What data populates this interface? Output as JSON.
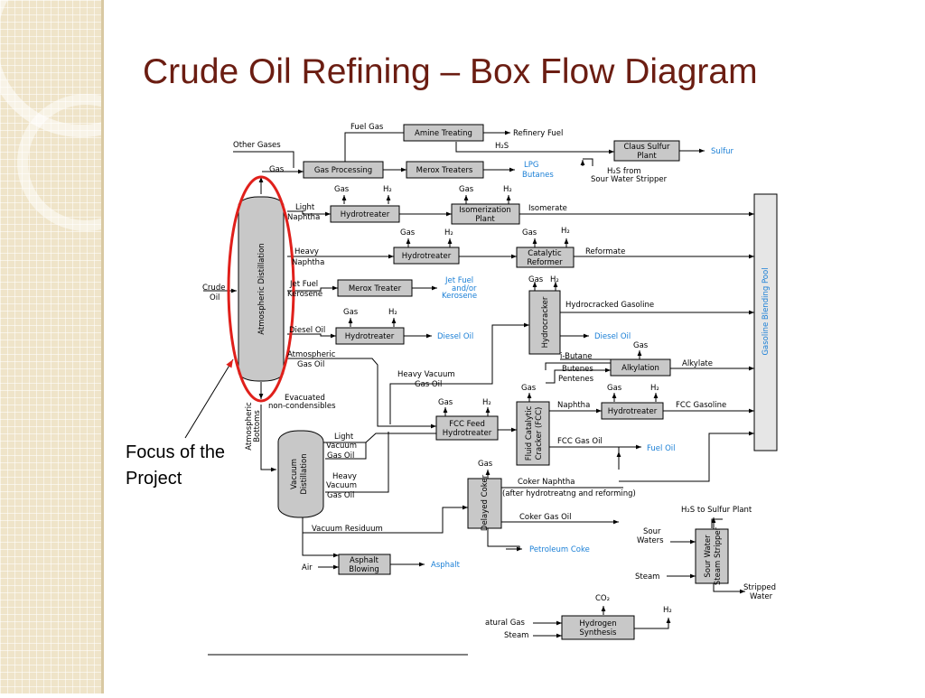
{
  "slide": {
    "title": "Crude Oil Refining – Box Flow Diagram",
    "focus_note": [
      "Focus of the",
      "Project"
    ]
  },
  "colors": {
    "title": "#6b1d12",
    "product_text": "#1a7fd6",
    "highlight": "#e0201b",
    "unit_fill": "#c8c8c8"
  },
  "units": {
    "amine_treating": "Amine Treating",
    "claus": [
      "Claus Sulfur",
      "Plant"
    ],
    "gas_processing": "Gas Processing",
    "merox_treaters": "Merox Treaters",
    "hydrotreater": "Hydrotreater",
    "isomerization": [
      "Isomerization",
      "Plant"
    ],
    "catalytic_reformer": [
      "Catalytic",
      "Reformer"
    ],
    "merox_treater": "Merox Treater",
    "alkylation": "Alkylation",
    "fcc_feed_hydrotreater": [
      "FCC Feed",
      "Hydrotreater"
    ],
    "asphalt_blowing": [
      "Asphalt",
      "Blowing"
    ],
    "hydrogen_synthesis": [
      "Hydrogen",
      "Synthesis"
    ],
    "atmospheric_distillation": "Atmospheric  Distillation",
    "vacuum_distillation": [
      "Vacuum",
      "Distillation"
    ],
    "hydrocracker": "Hydrocracker",
    "fcc": [
      "Fluid Catalytic",
      "Cracker (FCC)"
    ],
    "delayed_coker": "Delayed Coker",
    "sour_water_stripper": [
      "Sour Water",
      "Steam Stripper"
    ],
    "gasoline_blending_pool": "Gasoline Blending Pool"
  },
  "streams": {
    "fuel_gas": "Fuel  Gas",
    "refinery_fuel": "Refinery Fuel",
    "h2s": "H₂S",
    "other_gases": "Other Gases",
    "gas": "Gas",
    "h2": "H₂",
    "h2s_from": [
      "H₂S from",
      "Sour Water Stripper"
    ],
    "light_naphtha": [
      "Light",
      "Naphtha"
    ],
    "isomerate": "Isomerate",
    "heavy_naphtha": [
      "Heavy",
      "Naphtha"
    ],
    "reformate": "Reformate",
    "crude_oil": [
      "Crude",
      "Oil"
    ],
    "jet_fuel_kerosene": [
      "Jet Fuel",
      "Kerosene"
    ],
    "diesel_oil": "Diesel Oil",
    "hydrocracked_gasoline": "Hydrocracked Gasoline",
    "atmospheric_gas_oil": [
      "Atmospheric",
      "Gas Oil"
    ],
    "i_butane": "i-Butane",
    "alkylate": "Alkylate",
    "heavy_vacuum_gas_oil": [
      "Heavy Vacuum",
      "Gas Oil"
    ],
    "butenes_pentenes": [
      "Butenes",
      "Pentenes"
    ],
    "evacuated": [
      "Evacuated",
      "non-condensibles"
    ],
    "naphtha": "Naphtha",
    "fcc_gasoline": "FCC Gasoline",
    "atmospheric_bottoms": [
      "Atmospheric",
      "Bottoms"
    ],
    "light_vacuum_gas_oil": [
      "Light",
      "Vacuum",
      "Gas Oil"
    ],
    "fcc_gas_oil": "FCC Gas Oil",
    "heavy_vacuum_gas_oil2": [
      "Heavy",
      "Vacuum",
      "Gas Oil"
    ],
    "coker_naphtha": "Coker Naphtha",
    "coker_note": "(after hydrotreatng and reforming)",
    "h2s_to_sulfur": "H₂S to Sulfur Plant",
    "coker_gas_oil": "Coker Gas Oil",
    "vacuum_residuum": "Vacuum Residuum",
    "sour_waters": [
      "Sour",
      "Waters"
    ],
    "air": "Air",
    "steam": "Steam",
    "stripped_water": [
      "Stripped",
      "Water"
    ],
    "co2": "CO₂",
    "natural_gas": "atural Gas"
  },
  "products": {
    "sulfur": "Sulfur",
    "lpg_butanes": [
      "LPG",
      "Butanes"
    ],
    "jet_fuel_or_kerosene": [
      "Jet Fuel",
      "and/or",
      "Kerosene"
    ],
    "diesel_oil": "Diesel Oil",
    "fuel_oil": "Fuel  Oil",
    "petroleum_coke": "Petroleum Coke",
    "asphalt": "Asphalt"
  }
}
